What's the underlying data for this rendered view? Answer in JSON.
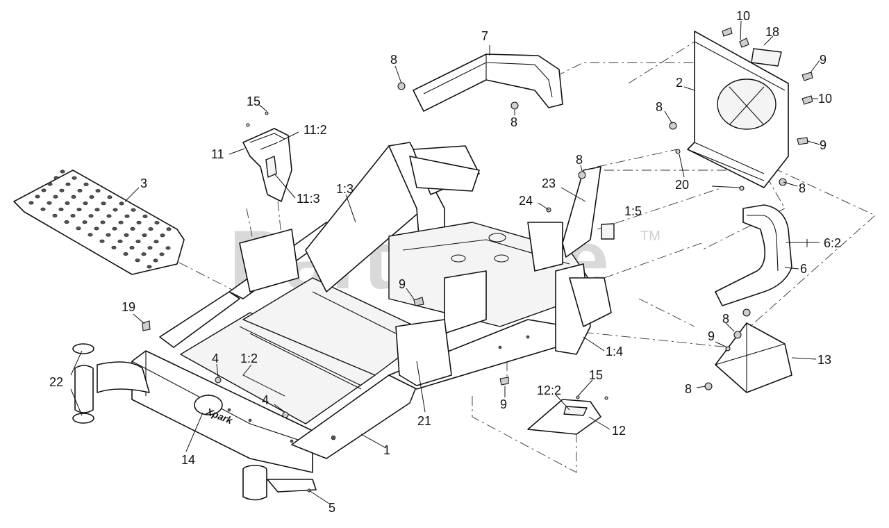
{
  "watermark": {
    "text": "PartsTree",
    "trademark": "TM"
  },
  "emblem": {
    "text": "Xpark"
  },
  "callouts": [
    {
      "id": "c-7",
      "text": "7"
    },
    {
      "id": "c-8a",
      "text": "8"
    },
    {
      "id": "c-8b",
      "text": "8"
    },
    {
      "id": "c-10a",
      "text": "10"
    },
    {
      "id": "c-18",
      "text": "18"
    },
    {
      "id": "c-9a",
      "text": "9"
    },
    {
      "id": "c-2",
      "text": "2"
    },
    {
      "id": "c-10b",
      "text": "10"
    },
    {
      "id": "c-8c",
      "text": "8"
    },
    {
      "id": "c-9b",
      "text": "9"
    },
    {
      "id": "c-15a",
      "text": "15"
    },
    {
      "id": "c-11-2",
      "text": "11:2"
    },
    {
      "id": "c-11",
      "text": "11"
    },
    {
      "id": "c-11-3",
      "text": "11:3"
    },
    {
      "id": "c-3",
      "text": "3"
    },
    {
      "id": "c-1-3",
      "text": "1:3"
    },
    {
      "id": "c-8d",
      "text": "8"
    },
    {
      "id": "c-23",
      "text": "23"
    },
    {
      "id": "c-20",
      "text": "20"
    },
    {
      "id": "c-8e",
      "text": "8"
    },
    {
      "id": "c-24",
      "text": "24"
    },
    {
      "id": "c-1-5",
      "text": "1:5"
    },
    {
      "id": "c-6-2",
      "text": "6:2"
    },
    {
      "id": "c-6",
      "text": "6"
    },
    {
      "id": "c-9c",
      "text": "9"
    },
    {
      "id": "c-19",
      "text": "19"
    },
    {
      "id": "c-8f",
      "text": "8"
    },
    {
      "id": "c-9d",
      "text": "9"
    },
    {
      "id": "c-1-4",
      "text": "1:4"
    },
    {
      "id": "c-13",
      "text": "13"
    },
    {
      "id": "c-22",
      "text": "22"
    },
    {
      "id": "c-4a",
      "text": "4"
    },
    {
      "id": "c-1-2",
      "text": "1:2"
    },
    {
      "id": "c-15b",
      "text": "15"
    },
    {
      "id": "c-12-2",
      "text": "12:2"
    },
    {
      "id": "c-8g",
      "text": "8"
    },
    {
      "id": "c-4b",
      "text": "4"
    },
    {
      "id": "c-9e",
      "text": "9"
    },
    {
      "id": "c-21",
      "text": "21"
    },
    {
      "id": "c-12",
      "text": "12"
    },
    {
      "id": "c-14",
      "text": "14"
    },
    {
      "id": "c-1",
      "text": "1"
    },
    {
      "id": "c-5",
      "text": "5"
    }
  ]
}
